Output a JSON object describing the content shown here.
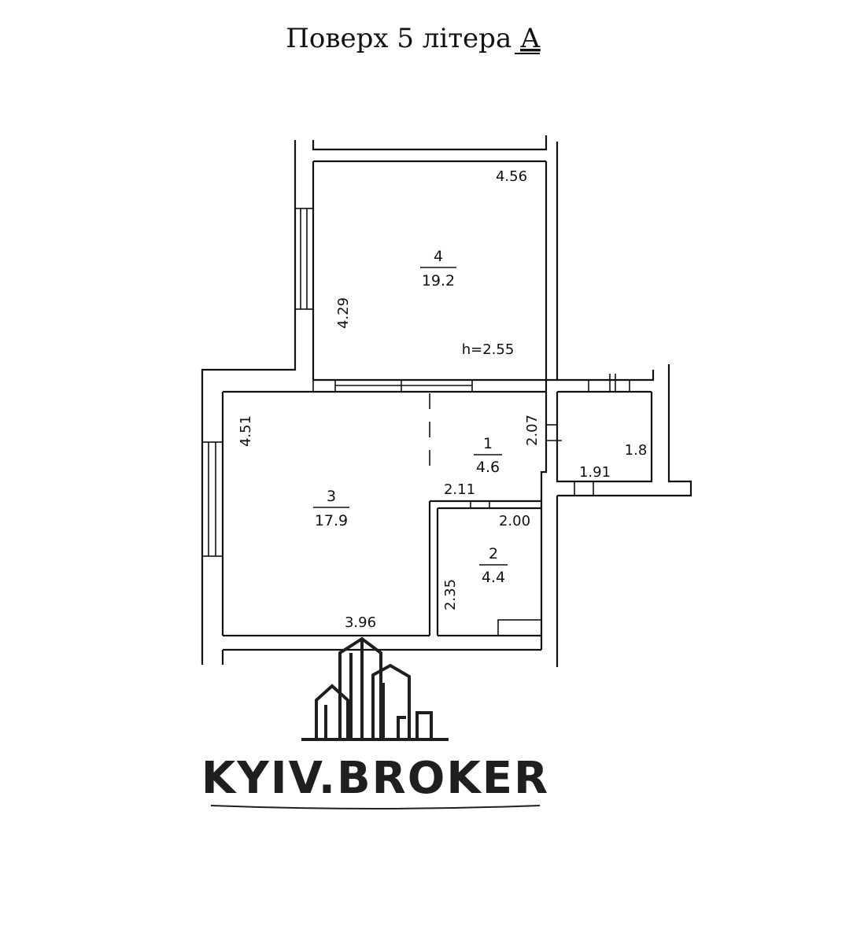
{
  "header": {
    "title_prefix": "Поверх 5 літера ",
    "title_letter": "А"
  },
  "rooms": [
    {
      "id": "4",
      "number": "4",
      "area": "19.2"
    },
    {
      "id": "3",
      "number": "3",
      "area": "17.9"
    },
    {
      "id": "1",
      "number": "1",
      "area": "4.6"
    },
    {
      "id": "2",
      "number": "2",
      "area": "4.4"
    }
  ],
  "dimensions": {
    "room4_width": "4.56",
    "room4_height": "4.29",
    "room4_ceiling": "h=2.55",
    "room3_height": "4.51",
    "room3_width": "3.96",
    "room1_height": "2.07",
    "room1_width": "2.11",
    "room2_width": "2.00",
    "room2_height": "2.35",
    "balcony_width": "1.91",
    "balcony_depth": "1.8"
  },
  "brand": {
    "name": "KYIV.BROKER",
    "icon": "city-buildings-icon"
  }
}
